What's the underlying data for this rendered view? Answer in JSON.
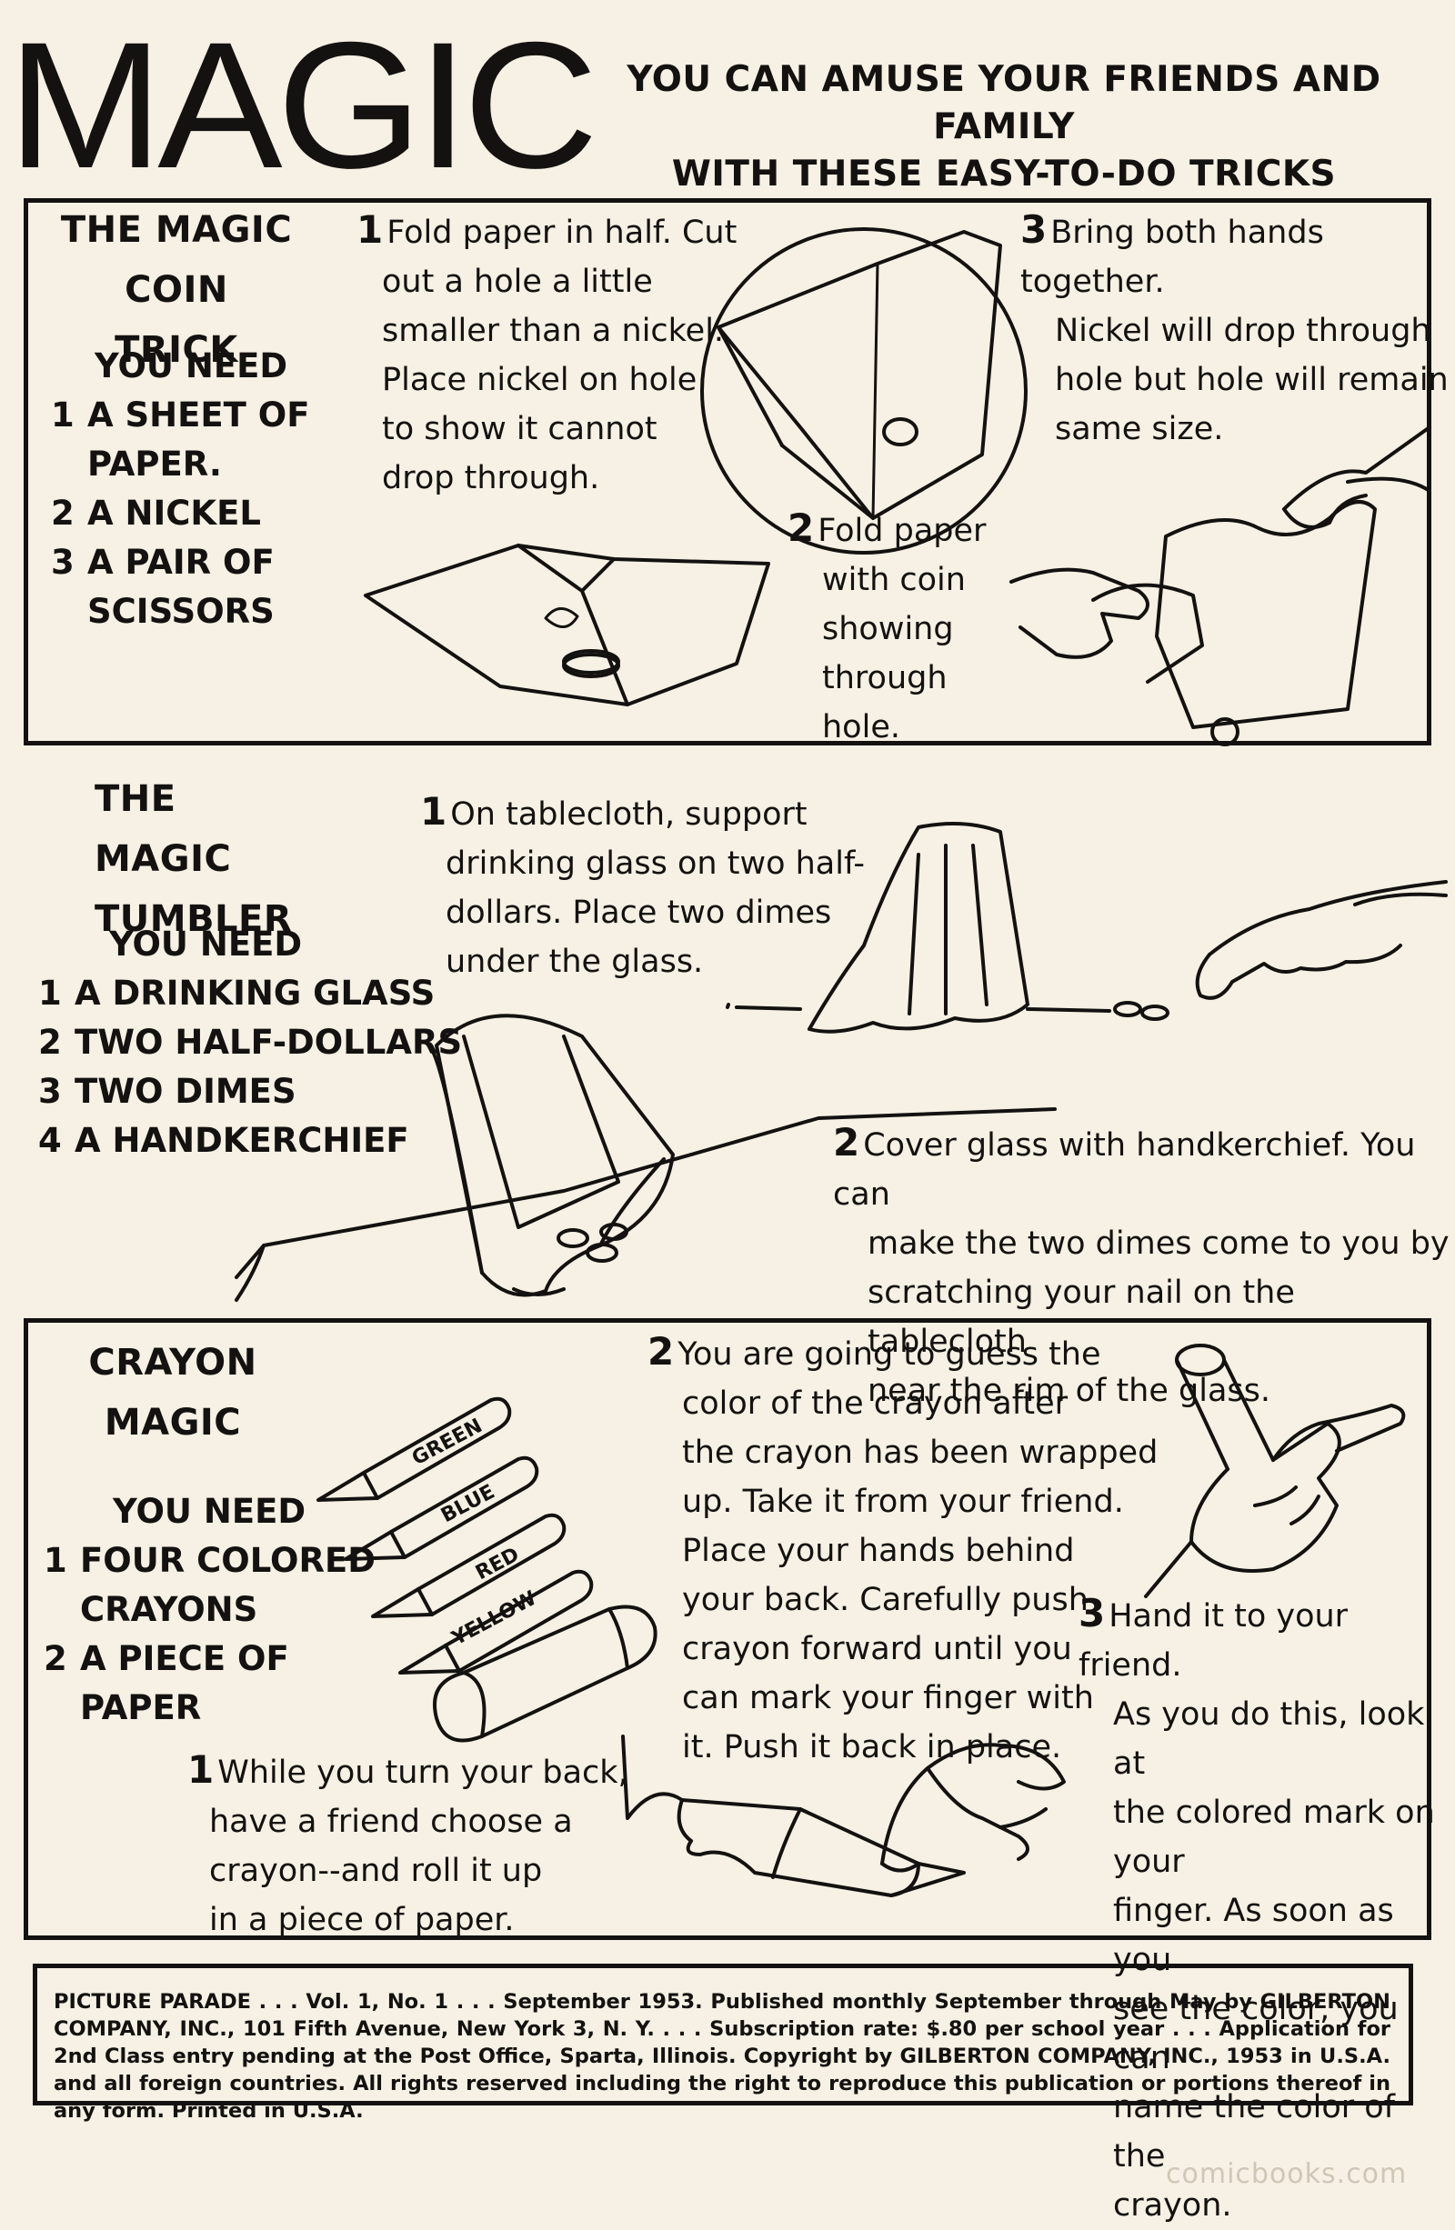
{
  "header": {
    "title": "MAGIC",
    "subtitle_line1": "YOU CAN AMUSE YOUR FRIENDS AND FAMILY",
    "subtitle_line2": "WITH THESE EASY-TO-DO TRICKS"
  },
  "coin_trick": {
    "title_line1": "THE MAGIC",
    "title_line2": "COIN TRICK",
    "you_need": "YOU NEED",
    "items": [
      {
        "num": "1",
        "line1": "A SHEET OF",
        "line2": "PAPER."
      },
      {
        "num": "2",
        "line1": "A NICKEL",
        "line2": ""
      },
      {
        "num": "3",
        "line1": "A PAIR OF",
        "line2": "SCISSORS"
      }
    ],
    "step1": {
      "num": "1",
      "lines": [
        "Fold paper in half. Cut",
        "out a hole a little",
        "smaller than a nickel.",
        "Place nickel on hole",
        "to show it cannot",
        "drop through."
      ]
    },
    "step2": {
      "num": "2",
      "lines": [
        "Fold paper",
        "with coin",
        "showing",
        "through",
        "hole."
      ]
    },
    "step3": {
      "num": "3",
      "lines": [
        "Bring both hands together.",
        "Nickel will drop through",
        "hole but hole will remain",
        "same size."
      ]
    }
  },
  "tumbler": {
    "title_line1": "THE MAGIC",
    "title_line2": "TUMBLER",
    "you_need": "YOU NEED",
    "items": [
      {
        "num": "1",
        "text": "A DRINKING GLASS"
      },
      {
        "num": "2",
        "text": "TWO HALF-DOLLARS"
      },
      {
        "num": "3",
        "text": "TWO DIMES"
      },
      {
        "num": "4",
        "text": "A HANDKERCHIEF"
      }
    ],
    "step1": {
      "num": "1",
      "lines": [
        "On tablecloth, support",
        "drinking glass on two half-",
        "dollars. Place two dimes",
        "under the glass."
      ]
    },
    "step2": {
      "num": "2",
      "lines": [
        "Cover glass with handkerchief. You can",
        "make the two dimes come to you by",
        "scratching your nail on the tablecloth",
        "near the rim of the glass."
      ]
    }
  },
  "crayon": {
    "title_line1": "CRAYON",
    "title_line2": "MAGIC",
    "you_need": "YOU NEED",
    "items": [
      {
        "num": "1",
        "line1": "FOUR COLORED",
        "line2": "CRAYONS"
      },
      {
        "num": "2",
        "line1": "A PIECE OF",
        "line2": "PAPER"
      }
    ],
    "crayon_labels": [
      "GREEN",
      "BLUE",
      "RED",
      "YELLOW"
    ],
    "step1": {
      "num": "1",
      "lines": [
        "While you turn your back,",
        "have a friend choose a",
        "crayon--and roll it up",
        "in a piece of paper."
      ]
    },
    "step2": {
      "num": "2",
      "lines": [
        "You are going to guess the",
        "color of the crayon after",
        "the crayon has been wrapped",
        "up. Take it from your friend.",
        "Place your hands behind",
        "your back. Carefully push",
        "crayon forward until you",
        "can mark your finger with",
        "it. Push it back in place."
      ]
    },
    "step3": {
      "num": "3",
      "lines": [
        "Hand it to your friend.",
        "As you do this, look at",
        "the colored mark on your",
        "finger. As soon as you",
        "see the color, you can",
        "name the color of the",
        "crayon."
      ]
    }
  },
  "footer": {
    "text": "PICTURE PARADE . . . Vol. 1, No. 1 . . . September 1953. Published monthly September through May by GILBERTON COMPANY, INC., 101 Fifth Avenue, New York 3, N. Y. . . . Subscription rate: $.80 per school year . . . Application for 2nd Class entry pending at the Post Office, Sparta, Illinois. Copyright by GILBERTON COMPANY, INC., 1953 in U.S.A. and all foreign countries. All rights reserved including the right to reproduce this publication or portions thereof in any form. Printed in U.S.A."
  },
  "watermark": "comicbooks.com"
}
